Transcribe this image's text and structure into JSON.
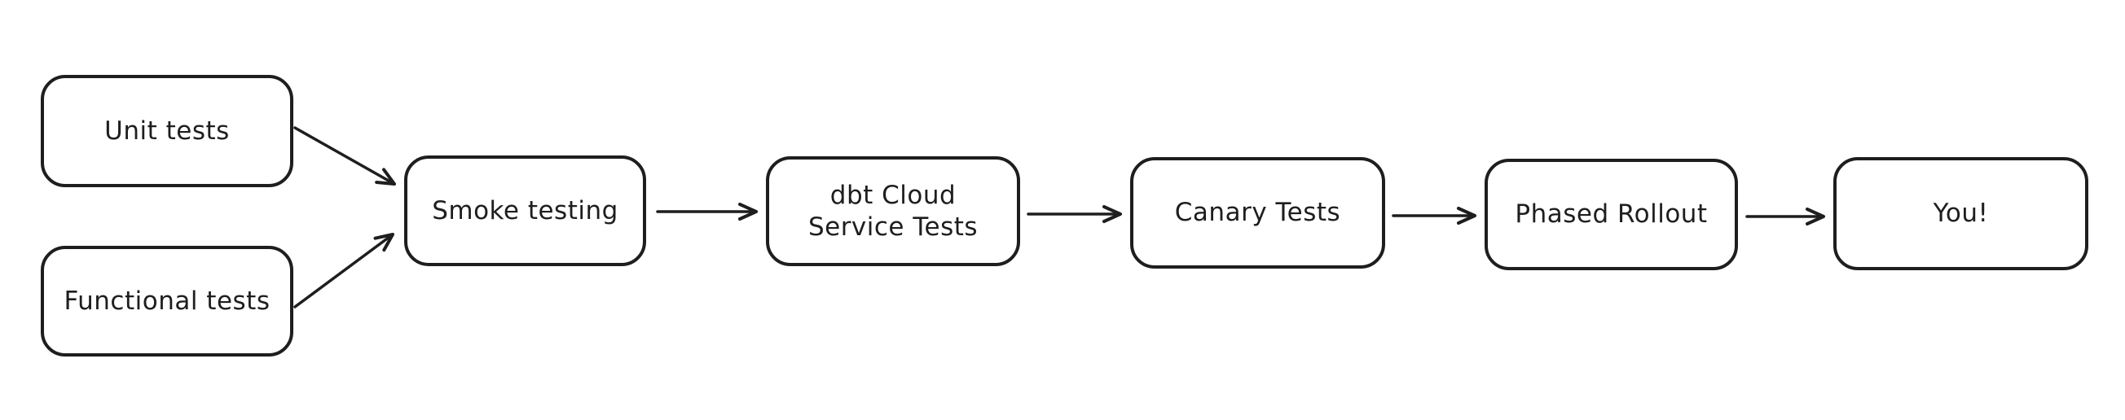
{
  "diagram": {
    "title": "Release testing pipeline flowchart",
    "background_color": "#ffffff",
    "stroke_color": "#1e1e1e",
    "nodes": [
      {
        "id": "unit-tests",
        "label": "Unit tests"
      },
      {
        "id": "functional-tests",
        "label": "Functional tests"
      },
      {
        "id": "smoke-testing",
        "label": "Smoke testing"
      },
      {
        "id": "dbt-cloud-service-tests",
        "label": "dbt Cloud\nService Tests"
      },
      {
        "id": "canary-tests",
        "label": "Canary Tests"
      },
      {
        "id": "phased-rollout",
        "label": "Phased Rollout"
      },
      {
        "id": "you",
        "label": "You!"
      }
    ],
    "edges": [
      {
        "from": "unit-tests",
        "to": "smoke-testing"
      },
      {
        "from": "functional-tests",
        "to": "smoke-testing"
      },
      {
        "from": "smoke-testing",
        "to": "dbt-cloud-service-tests"
      },
      {
        "from": "dbt-cloud-service-tests",
        "to": "canary-tests"
      },
      {
        "from": "canary-tests",
        "to": "phased-rollout"
      },
      {
        "from": "phased-rollout",
        "to": "you"
      }
    ]
  }
}
